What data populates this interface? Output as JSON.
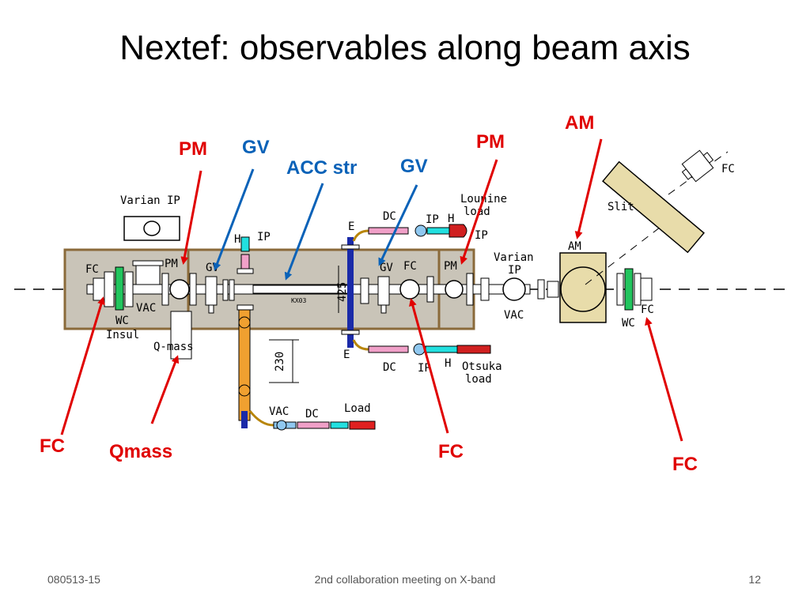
{
  "slide": {
    "title": "Nextef: observables along beam axis",
    "footer_left": "080513-15",
    "footer_center": "2nd collaboration meeting on X-band",
    "footer_right": "12"
  },
  "callouts": {
    "pm_left": "PM",
    "gv_left": "GV",
    "acc_str": "ACC str",
    "gv_right": "GV",
    "pm_right": "PM",
    "am": "AM",
    "fc_left": "FC",
    "qmass": "Qmass",
    "fc_mid": "FC",
    "fc_right": "FC"
  },
  "diagram_labels": {
    "varian_ip_top": "Varian IP",
    "fc1": "FC",
    "pm1": "PM",
    "gv1": "GV",
    "vac1": "VAC",
    "wc1": "WC",
    "insul": "Insul",
    "qmass": "Q-mass",
    "h1": "H",
    "ip1": "IP",
    "kx03": "KX03",
    "dim_425": "425",
    "dim_230": "230",
    "e_top": "E",
    "dc_top": "DC",
    "ip_top": "IP",
    "h_top": "H",
    "lounine_load": "Lounine\nload",
    "ip_right": "IP",
    "gv2": "GV",
    "fc2": "FC",
    "pm2": "PM",
    "varian_ip_right": "Varian\nIP",
    "vac2": "VAC",
    "am": "AM",
    "slit": "Slit",
    "fc_slit": "FC",
    "wc2": "WC",
    "fc3": "FC",
    "e_bottom": "E",
    "dc_bottom": "DC",
    "ip_bottom": "IP",
    "h_bottom": "H",
    "otsuka_load": "Otsuka\nload",
    "vac3": "VAC",
    "dc3": "DC",
    "load": "Load"
  },
  "colors": {
    "callout_red": "#e00000",
    "callout_blue": "#0a62b8",
    "enclosure": "#c9c4b8",
    "enclosure_border": "#8a6a3a",
    "slit_fill": "#e8dcaa"
  }
}
